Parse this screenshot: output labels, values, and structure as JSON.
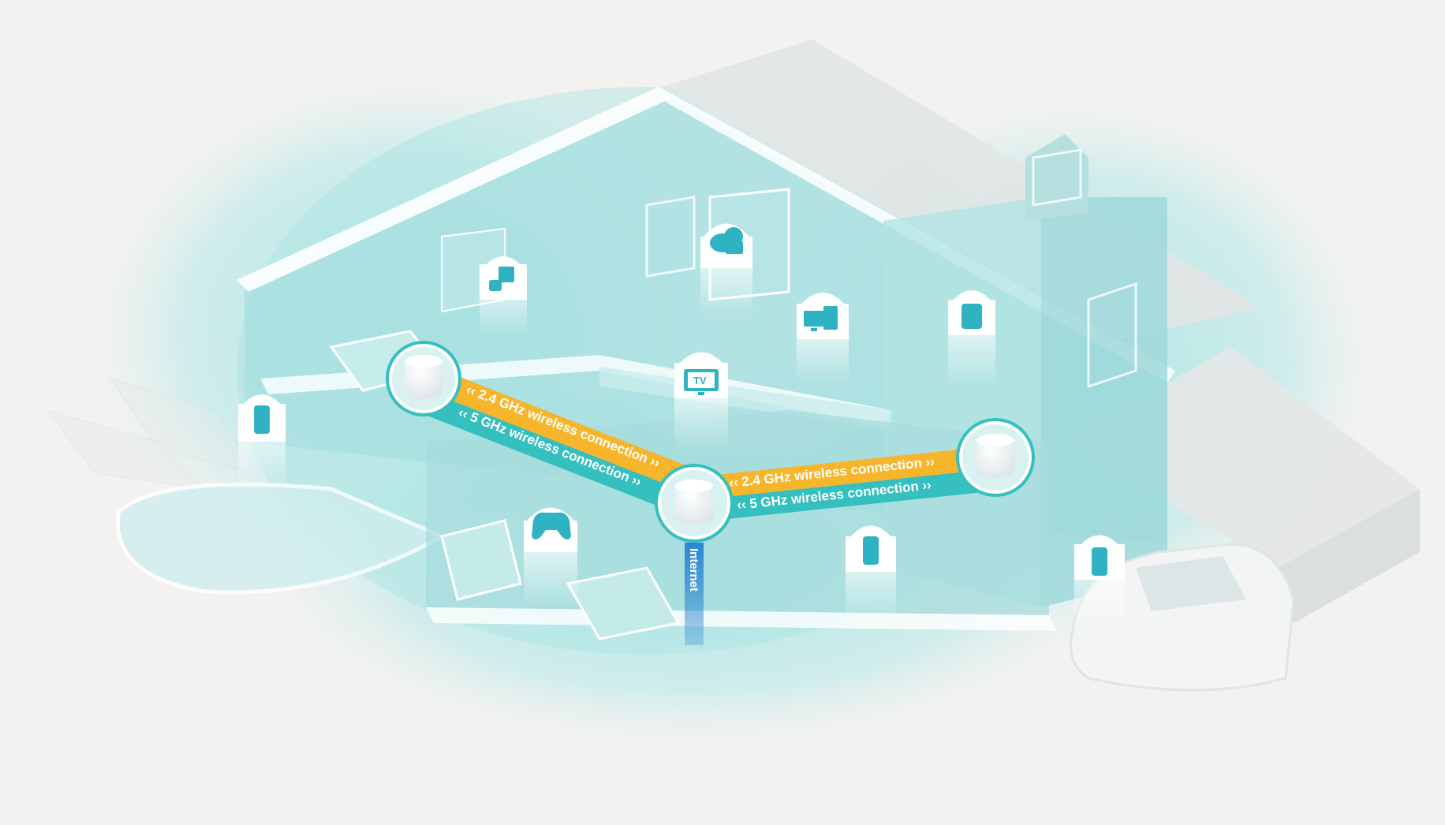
{
  "colors": {
    "background": "#f4f2f0",
    "coverage": "#8fdede",
    "house_wall": "#a8e2e4",
    "band_24": "#f7b52c",
    "band_5": "#35bfbf",
    "internet": "#2b86d1",
    "device_marker": "#ffffff",
    "icon": "#2fb3c2"
  },
  "links": {
    "left_24": "‹‹ 2.4 GHz wireless connection ››",
    "left_5": "‹‹ 5 GHz wireless connection ››",
    "right_24": "‹‹ 2.4 GHz wireless connection ››",
    "right_5": "‹‹ 5 GHz wireless connection ››"
  },
  "uplink": {
    "label": "Internet"
  },
  "devices": {
    "tv_label": "TV"
  },
  "icon_names": [
    "phone-icon",
    "tablet-icon",
    "tv-icon",
    "game-controller-icon",
    "smart-home-icon",
    "cloud-storage-icon",
    "desktop-icon"
  ]
}
